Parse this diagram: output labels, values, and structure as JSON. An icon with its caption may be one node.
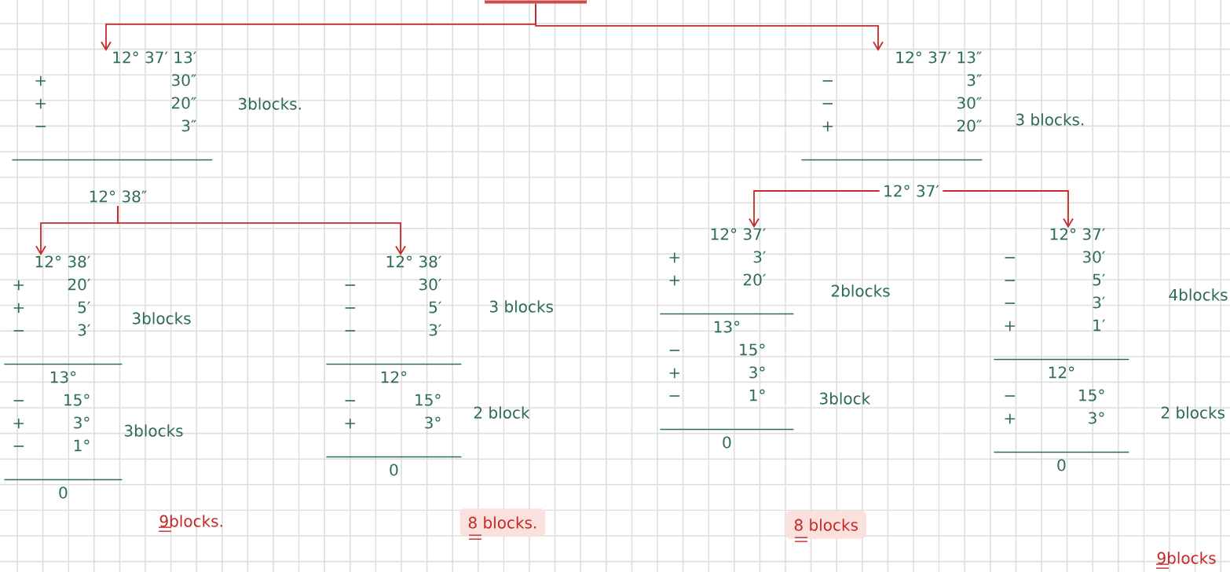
{
  "diagram": {
    "nodes": [
      {
        "text": [],
        "shape": "bar"
      },
      {
        "text": [
          "12° 37′ 13′",
          "+",
          "30″",
          "+",
          "20″",
          "−",
          "3″"
        ],
        "beside": [
          "3blocks."
        ]
      },
      {
        "text": [
          "12° 38″"
        ]
      },
      {
        "text": [
          "12° 37′ 13″",
          "−",
          "3″",
          "−",
          "30″",
          "+",
          "20″"
        ],
        "beside": [
          "3 blocks."
        ]
      },
      {
        "text": [
          "12° 37′"
        ]
      },
      {
        "text": [
          "12° 38′",
          "+",
          "20′",
          "+",
          "5′",
          "−",
          "3′",
          "13°",
          "−",
          "15°",
          "+",
          "3°",
          "−",
          "1°",
          "0"
        ],
        "beside": [
          "3blocks",
          "3blocks"
        ]
      },
      {
        "text": [
          "12° 38′",
          "−",
          "30′",
          "−",
          "5′",
          "−",
          "3′",
          "12°",
          "−",
          "15°",
          "+",
          "3°",
          "0"
        ],
        "beside": [
          "3 blocks",
          "2 block"
        ]
      },
      {
        "text": [
          "12° 37′",
          "+",
          "3′",
          "+",
          "20′",
          "13°",
          "−",
          "15°",
          "+",
          "3°",
          "−",
          "1°",
          "0"
        ],
        "beside": [
          "2blocks",
          "3block"
        ]
      },
      {
        "text": [
          "12° 37′",
          "−",
          "30′",
          "−",
          "5′",
          "−",
          "3′",
          "+",
          "1′",
          "12°",
          "−",
          "15°",
          "+",
          "3°",
          "0"
        ],
        "beside": [
          "4blocks",
          "2 blocks"
        ]
      }
    ],
    "labels": [
      "9blocks.",
      "8 blocks.",
      "8 blocks",
      "9blocks"
    ],
    "edges": [
      {
        "from": 0,
        "to": 1,
        "arrow": "to"
      },
      {
        "from": 0,
        "to": 3,
        "arrow": "to"
      },
      {
        "from": 2,
        "to": 5,
        "arrow": "to"
      },
      {
        "from": 2,
        "to": 6,
        "arrow": "to"
      },
      {
        "from": 4,
        "to": 7,
        "arrow": "to"
      },
      {
        "from": 4,
        "to": 8,
        "arrow": "to"
      }
    ]
  }
}
